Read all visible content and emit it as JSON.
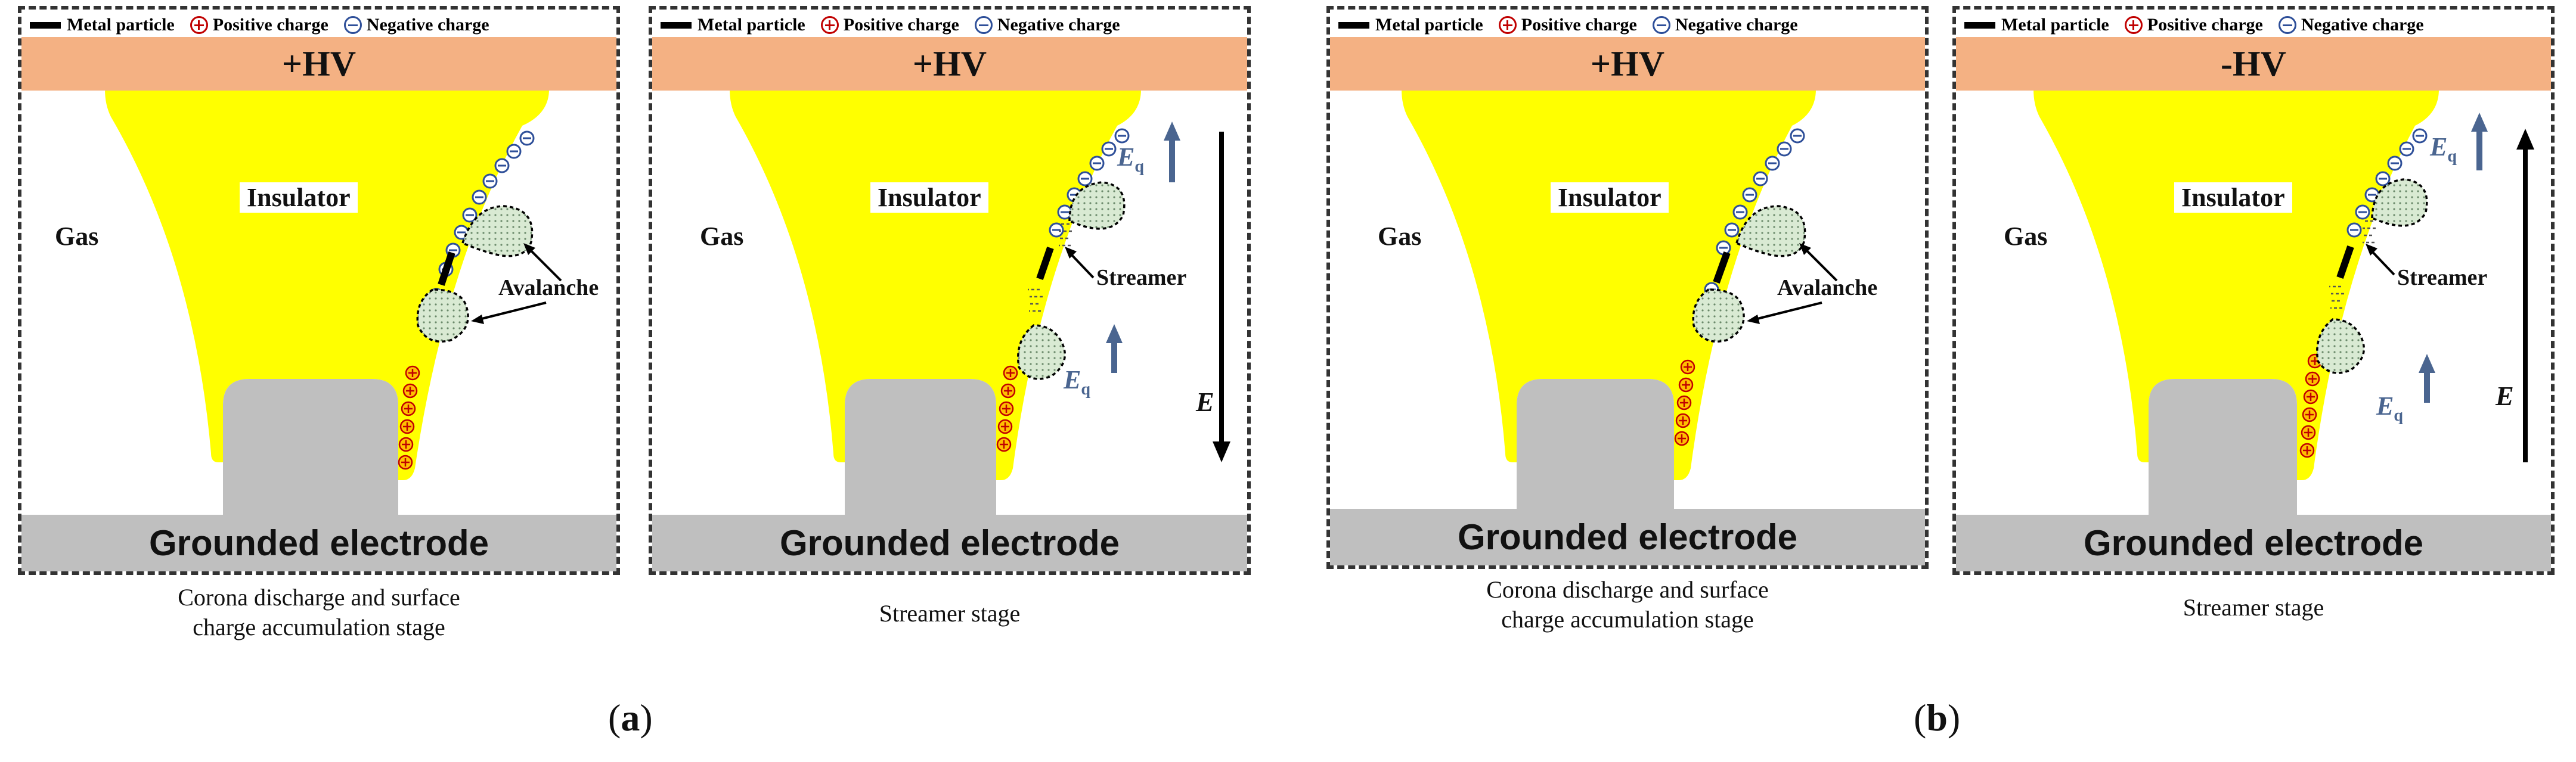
{
  "legend": {
    "metal_particle": "Metal particle",
    "positive_charge": "Positive charge",
    "negative_charge": "Negative charge"
  },
  "labels": {
    "insulator": "Insulator",
    "gas": "Gas",
    "grounded_electrode": "Grounded electrode",
    "avalanche": "Avalanche",
    "streamer": "Streamer",
    "e_field": "E",
    "eq_main": "E",
    "eq_sub": "q"
  },
  "panels": [
    {
      "hv": "+HV",
      "stage": "avalanche",
      "caption_line1": "Corona discharge and surface",
      "caption_line2": "charge accumulation stage"
    },
    {
      "hv": "+HV",
      "stage": "streamer",
      "caption_line1": "Streamer stage",
      "caption_line2": ""
    },
    {
      "hv": "+HV",
      "stage": "avalanche",
      "caption_line1": "Corona discharge and surface",
      "caption_line2": "charge accumulation stage"
    },
    {
      "hv": "-HV",
      "stage": "streamer",
      "caption_line1": "Streamer stage",
      "caption_line2": ""
    }
  ],
  "figure_labels": {
    "a_open": "(",
    "a": "a",
    "a_close": ")",
    "b_open": "(",
    "b": "b",
    "b_close": ")"
  },
  "colors": {
    "hv_bar": "#f4b183",
    "insulator": "#ffff00",
    "electrode": "#bfbfbf",
    "avalanche_fill": "#d9ead3",
    "positive": "#c00000",
    "negative": "#2e4f99",
    "eq_arrow": "#4a6590"
  }
}
